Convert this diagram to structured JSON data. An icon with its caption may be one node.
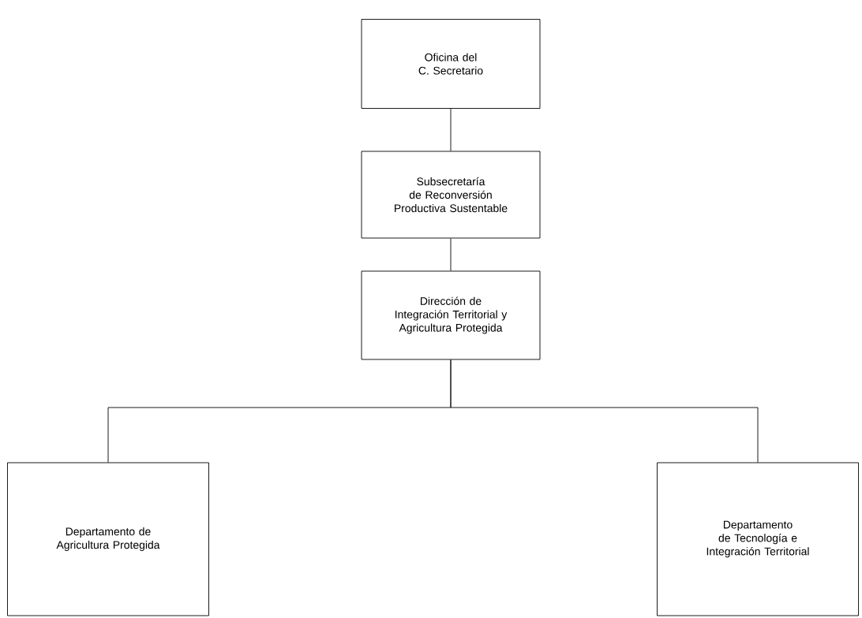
{
  "diagram": {
    "nodes": [
      {
        "text": [
          "Oficina del C. Secretario"
        ]
      },
      {
        "text": [
          "Subsecretaría de Reconversión Productiva Sustentable"
        ]
      },
      {
        "text": [
          "Dirección de Integración Territorial y Agricultura Protegida"
        ]
      },
      {
        "text": [
          "Departamento de Agricultura Protegida"
        ]
      },
      {
        "text": [
          "Departamento de Tecnología e Integración Territorial"
        ]
      }
    ],
    "edges": [
      {
        "from": 0,
        "to": 1,
        "arrow": "none"
      },
      {
        "from": 1,
        "to": 2,
        "arrow": "none"
      },
      {
        "from": 2,
        "to": 3,
        "arrow": "none"
      },
      {
        "from": 2,
        "to": 4,
        "arrow": "none"
      }
    ]
  }
}
